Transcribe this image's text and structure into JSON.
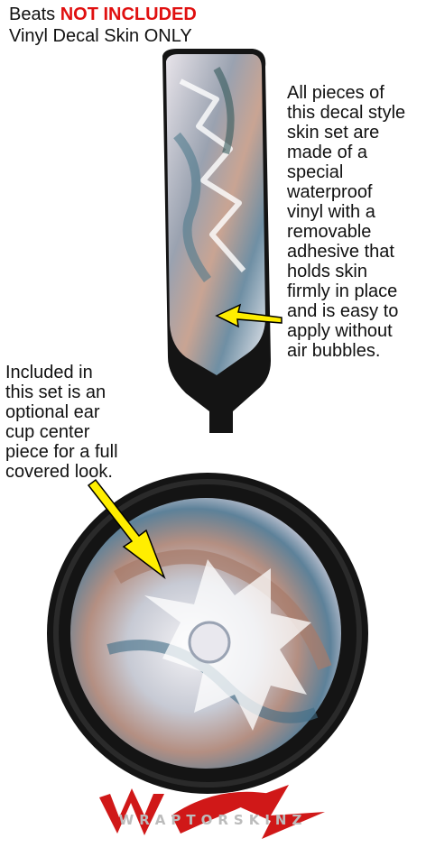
{
  "header": {
    "line1_prefix": "Beats",
    "line1_highlight": "NOT INCLUDED",
    "line2": "Vinyl Decal Skin ONLY"
  },
  "callouts": {
    "right": "All pieces of\nthis decal style\nskin set are\nmade of a\nspecial\nwaterproof\nvinyl with a\nremovable\nadhesive that\nholds skin\nfirmly in place\nand is easy to\napply without\nair bubbles.",
    "left": "Included in\nthis set is an\noptional ear\ncup center\npiece for a full\ncovered look."
  },
  "logo": {
    "text": "WRAPTORSKINZ"
  },
  "colors": {
    "highlight_red": "#e01010",
    "arrow_yellow": "#ffee00",
    "headphone_black": "#141414",
    "logo_red": "#d01818"
  }
}
